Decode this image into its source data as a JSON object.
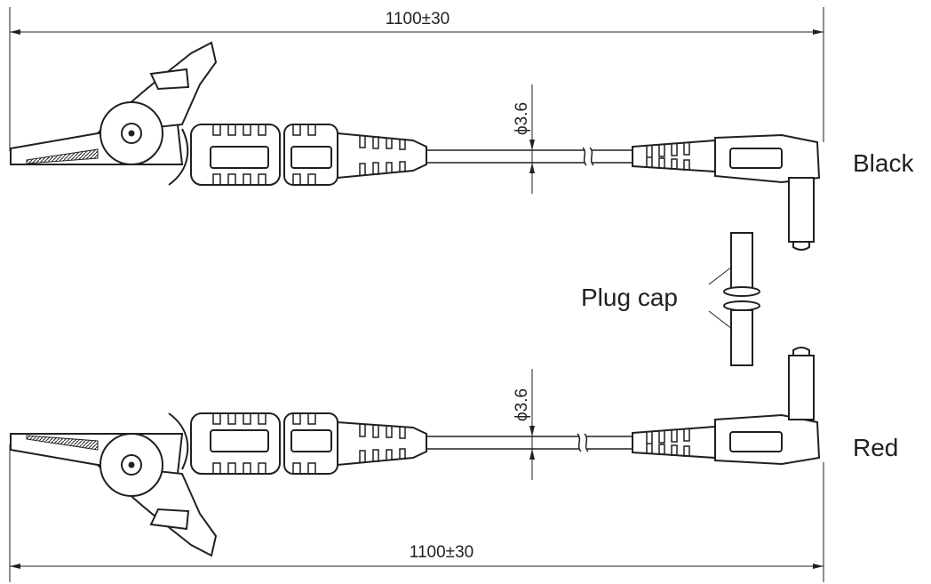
{
  "dimensions": {
    "top_length": "1100±30",
    "bottom_length": "1100±30",
    "top_diameter": "ϕ3.6",
    "bottom_diameter": "ϕ3.6"
  },
  "labels": {
    "black": "Black",
    "red": "Red",
    "plug_cap": "Plug cap"
  },
  "colors": {
    "line": "#231f20",
    "background": "#ffffff"
  }
}
